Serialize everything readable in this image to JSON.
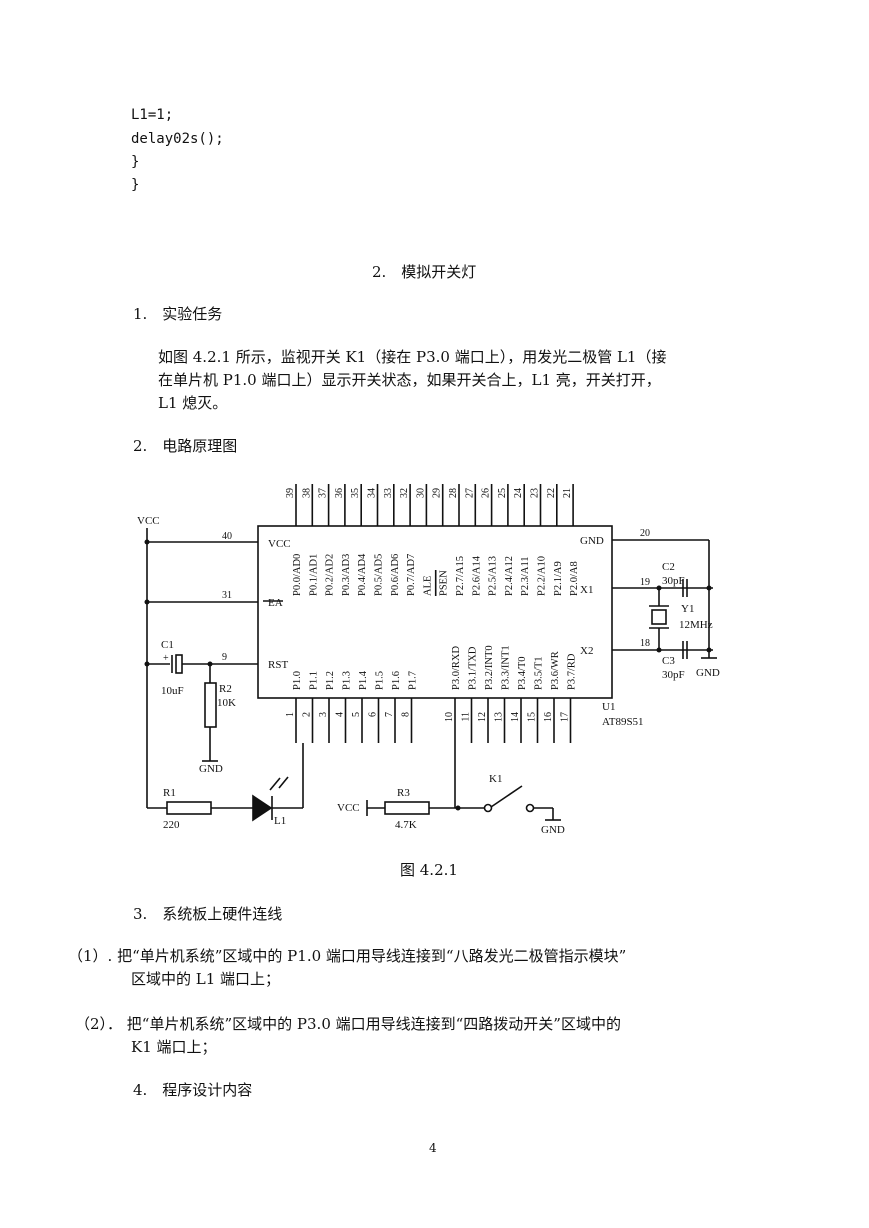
{
  "code": {
    "lines": [
      "L1=1;",
      "delay02s();",
      "}",
      "}"
    ]
  },
  "section_title": "2.　模拟开关灯",
  "task": {
    "heading": "1.　实验任务",
    "para_line1": "如图 4.2.1 所示，监视开关 K1（接在 P3.0 端口上），用发光二极管 L1（接",
    "para_line2": "在单片机 P1.0 端口上）显示开关状态，如果开关合上，L1 亮，开关打开，",
    "para_line3": "L1 熄灭。"
  },
  "circuit_heading": "2.　电路原理图",
  "schematic": {
    "top_pin_numbers": [
      "39",
      "38",
      "37",
      "36",
      "35",
      "34",
      "33",
      "32",
      "30",
      "29",
      "28",
      "27",
      "26",
      "25",
      "24",
      "23",
      "22",
      "21"
    ],
    "top_pin_labels": [
      "P0.0/AD0",
      "P0.1/AD1",
      "P0.2/AD2",
      "P0.3/AD3",
      "P0.4/AD4",
      "P0.5/AD5",
      "P0.6/AD6",
      "P0.7/AD7",
      "ALE",
      "PSEN",
      "P2.7/A15",
      "P2.6/A14",
      "P2.5/A13",
      "P2.4/A12",
      "P2.3/A11",
      "P2.2/A10",
      "P2.1/A9",
      "P2.0/A8"
    ],
    "bottom_pin_numbers": [
      "1",
      "2",
      "3",
      "4",
      "5",
      "6",
      "7",
      "8",
      "10",
      "11",
      "12",
      "13",
      "14",
      "15",
      "16",
      "17"
    ],
    "bottom_pin_labels": [
      "P1.0",
      "P1.1",
      "P1.2",
      "P1.3",
      "P1.4",
      "P1.5",
      "P1.6",
      "P1.7",
      "P3.0/RXD",
      "P3.1/TXD",
      "P3.2/INT0",
      "P3.3/INT1",
      "P3.4/T0",
      "P3.5/T1",
      "P3.6/WR",
      "P3.7/RD"
    ],
    "left_pins": [
      {
        "num": "40",
        "label": "VCC"
      },
      {
        "num": "31",
        "label": "EA"
      },
      {
        "num": "9",
        "label": "RST"
      }
    ],
    "right_pins": [
      {
        "num": "20",
        "label": "GND"
      },
      {
        "num": "19",
        "label": "X1"
      },
      {
        "num": "18",
        "label": "X2"
      }
    ],
    "chip_ref": "U1",
    "chip_part": "AT89S51",
    "vcc_left": "VCC",
    "vcc_r3": "VCC",
    "c1_ref": "C1",
    "c1_val": "10uF",
    "r2_ref": "R2",
    "r2_val": "10K",
    "r1_ref": "R1",
    "r1_val": "220",
    "l1_ref": "L1",
    "r3_ref": "R3",
    "r3_val": "4.7K",
    "k1_ref": "K1",
    "c2_ref": "C2",
    "c2_val": "30pF",
    "c3_ref": "C3",
    "c3_val": "30pF",
    "y1_ref": "Y1",
    "y1_val": "12MHz",
    "gnd": "GND"
  },
  "figure_caption": "图 4.2.1",
  "wiring": {
    "heading": "3.　系统板上硬件连线",
    "item1_line1": "（1）. 把“单片机系统”区域中的 P1.0 端口用导线连接到“八路发光二极管指示模块”",
    "item1_line2": "区域中的 L1 端口上；",
    "item2_line1": "（2）．  把“单片机系统”区域中的 P3.0 端口用导线连接到“四路拨动开关”区域中的",
    "item2_line2": "K1 端口上；"
  },
  "program_heading": "4.　程序设计内容",
  "page_number": "4"
}
